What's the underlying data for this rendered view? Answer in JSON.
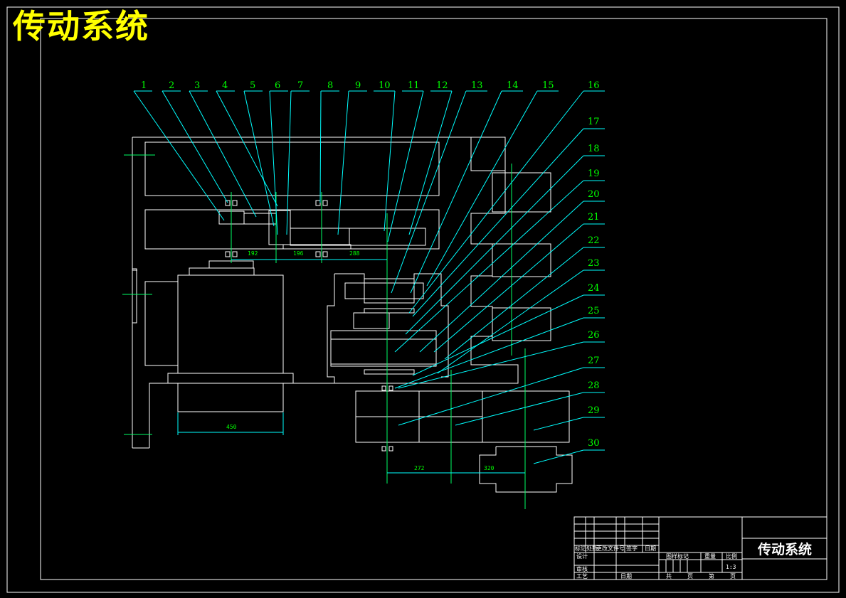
{
  "title": "传动系统",
  "part_numbers": [
    "1",
    "2",
    "3",
    "4",
    "5",
    "6",
    "7",
    "8",
    "9",
    "10",
    "11",
    "12",
    "13",
    "14",
    "15",
    "16",
    "17",
    "18",
    "19",
    "20",
    "21",
    "22",
    "23",
    "24",
    "25",
    "26",
    "27",
    "28",
    "29",
    "30"
  ],
  "dimensions": {
    "d1": "192",
    "d2": "196",
    "d3": "288",
    "d4": "450",
    "d5": "272",
    "d6": "320"
  },
  "title_block": {
    "drawing_name": "传动系统",
    "scale": "1:3",
    "labels": [
      "标记处数",
      "更改文件号",
      "签字",
      "日期",
      "设计",
      "审核",
      "工艺",
      "日期",
      "图样标记",
      "重量",
      "比例",
      "共",
      "页",
      "第",
      "页"
    ]
  },
  "colors": {
    "background": "#000000",
    "outline": "#ffffff",
    "leader": "#00ffff",
    "label": "#00ff00",
    "title": "#ffff00"
  }
}
